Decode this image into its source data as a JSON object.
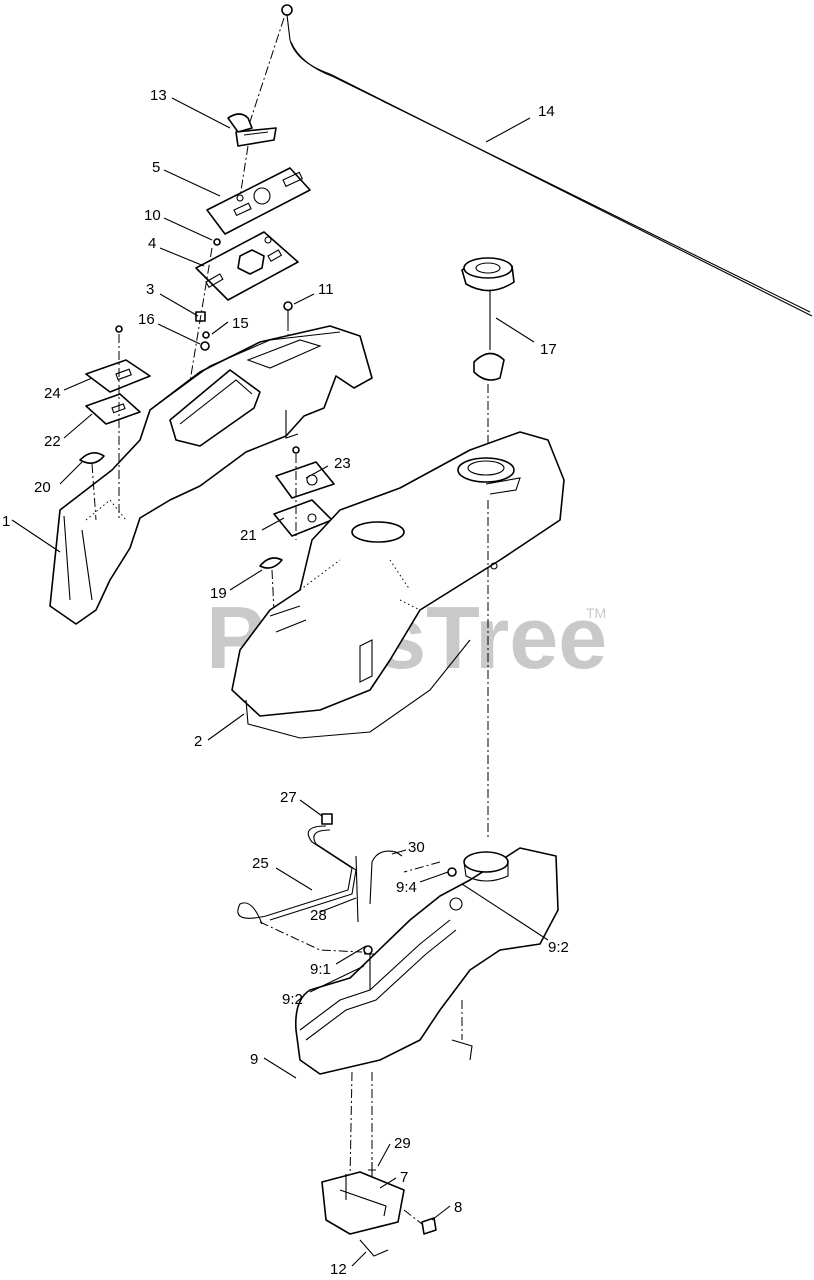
{
  "watermark": {
    "text": "PartsTree",
    "trademark": "TM"
  },
  "callouts": {
    "c1": "1",
    "c2": "2",
    "c3": "3",
    "c4": "4",
    "c5": "5",
    "c7": "7",
    "c8": "8",
    "c9": "9",
    "c9_1": "9:1",
    "c9_2a": "9:2",
    "c9_2b": "9:2",
    "c9_4": "9:4",
    "c10": "10",
    "c11": "11",
    "c12": "12",
    "c13": "13",
    "c14": "14",
    "c15": "15",
    "c16": "16",
    "c17": "17",
    "c19": "19",
    "c20": "20",
    "c21": "21",
    "c22": "22",
    "c23": "23",
    "c24": "24",
    "c25": "25",
    "c27": "27",
    "c28": "28",
    "c29": "29",
    "c30": "30"
  }
}
